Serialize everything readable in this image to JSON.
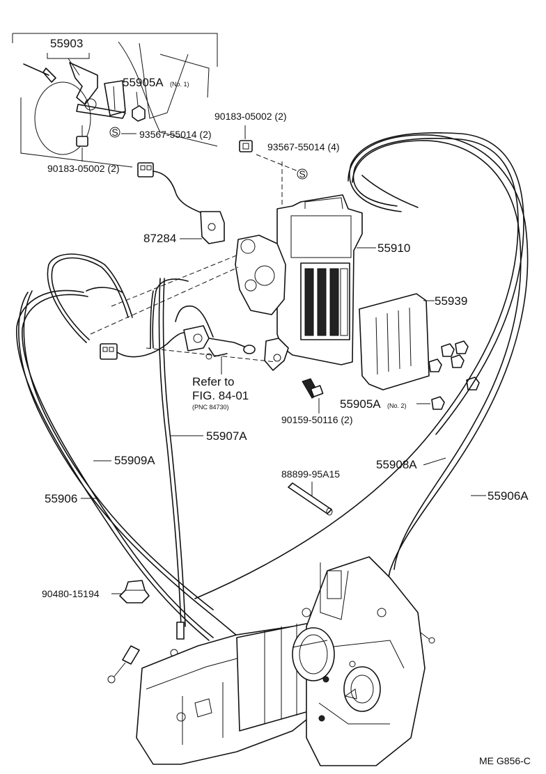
{
  "labels": {
    "p55903": "55903",
    "p55905a_no1": "55905A",
    "p55905a_no1_note": "(No. 1)",
    "p93567_55014_2": "93567-55014 (2)",
    "p90183_05002_left": "90183-05002 (2)",
    "p90183_05002_top": "90183-05002 (2)",
    "p93567_55014_4": "93567-55014 (4)",
    "p87284": "87284",
    "p55910": "55910",
    "p55939": "55939",
    "refer_line1": "Refer to",
    "refer_line2": "FIG. 84-01",
    "refer_line3": "(PNC 84730)",
    "p90159_50116": "90159-50116 (2)",
    "p55905a_no2": "55905A",
    "p55905a_no2_note": "(No. 2)",
    "p55907a": "55907A",
    "p55909a": "55909A",
    "p55908a": "55908A",
    "p55906": "55906",
    "p55906a": "55906A",
    "p88899_95a15": "88899-95A15",
    "p90480_15194": "90480-15194",
    "footer_code": "ME G856-C"
  },
  "symbols": {
    "screw_mark": "S"
  },
  "colors": {
    "ink": "#111111",
    "paper": "#ffffff"
  }
}
